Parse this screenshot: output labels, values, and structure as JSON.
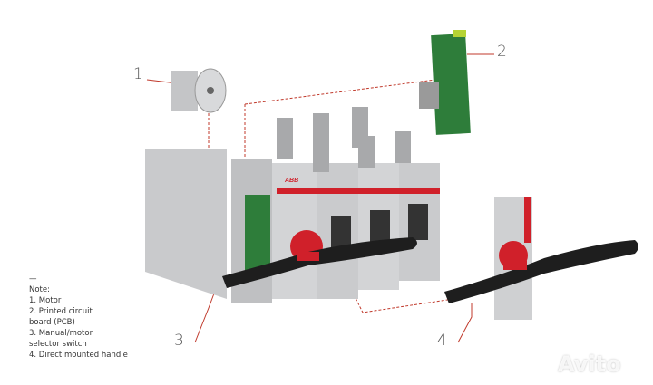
{
  "callouts": [
    "1",
    "2",
    "3",
    "4"
  ],
  "note": {
    "dash": "—",
    "title": "Note:",
    "items": [
      "1. Motor",
      "2. Printed circuit",
      "board (PCB)",
      "3. Manual/motor",
      "selector switch",
      "4. Direct mounted handle"
    ]
  },
  "brand_on_device": "ABB",
  "watermark": "Avito",
  "colors": {
    "accent_red": "#d0202a",
    "pcb_green": "#2e7d3a",
    "body_grey": "#c9cacc",
    "handle_black": "#1e1e1e",
    "callout_line": "#c0392b"
  }
}
